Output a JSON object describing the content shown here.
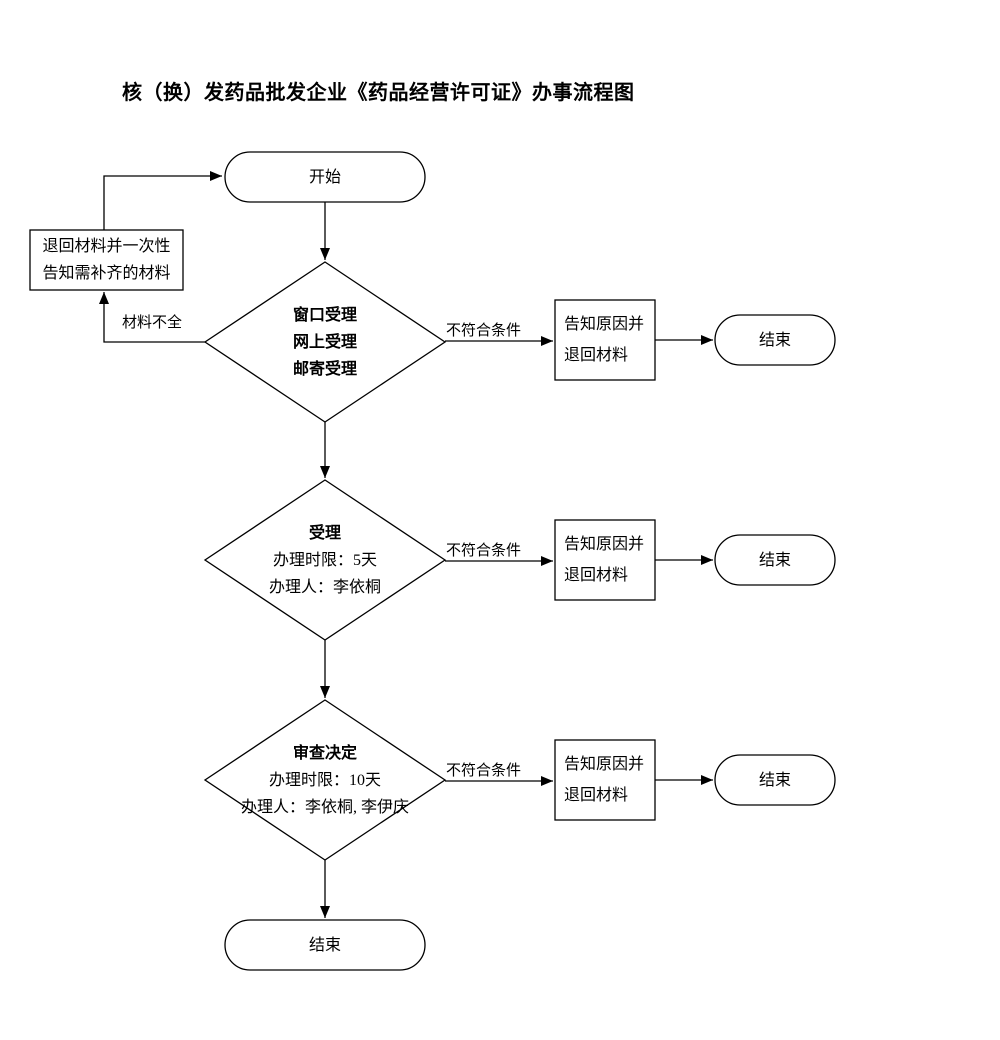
{
  "title": "核（换）发药品批发企业《药品经营许可证》办事流程图",
  "colors": {
    "line": "#000000",
    "text": "#000000",
    "background": "#ffffff",
    "node_fill": "#ffffff"
  },
  "start_node": {
    "label": "开始"
  },
  "return_box": {
    "line1": "退回材料并一次性",
    "line2": "告知需补齐的材料"
  },
  "material_incomplete_label": "材料不全",
  "decision1": {
    "line1": "窗口受理",
    "line2": "网上受理",
    "line3": "邮寄受理"
  },
  "decision2": {
    "title": "受理",
    "time_limit": "办理时限：5天",
    "handler": "办理人：李依桐"
  },
  "decision3": {
    "title": "审查决定",
    "time_limit": "办理时限：10天",
    "handler": "办理人：李依桐, 李伊庆"
  },
  "branch_rows": [
    {
      "condition_label": "不符合条件",
      "notify_line1": "告知原因并",
      "notify_line2": "退回材料",
      "end_label": "结束"
    },
    {
      "condition_label": "不符合条件",
      "notify_line1": "告知原因并",
      "notify_line2": "退回材料",
      "end_label": "结束"
    },
    {
      "condition_label": "不符合条件",
      "notify_line1": "告知原因并",
      "notify_line2": "退回材料",
      "end_label": "结束"
    }
  ],
  "final_end_node": {
    "label": "结束"
  }
}
